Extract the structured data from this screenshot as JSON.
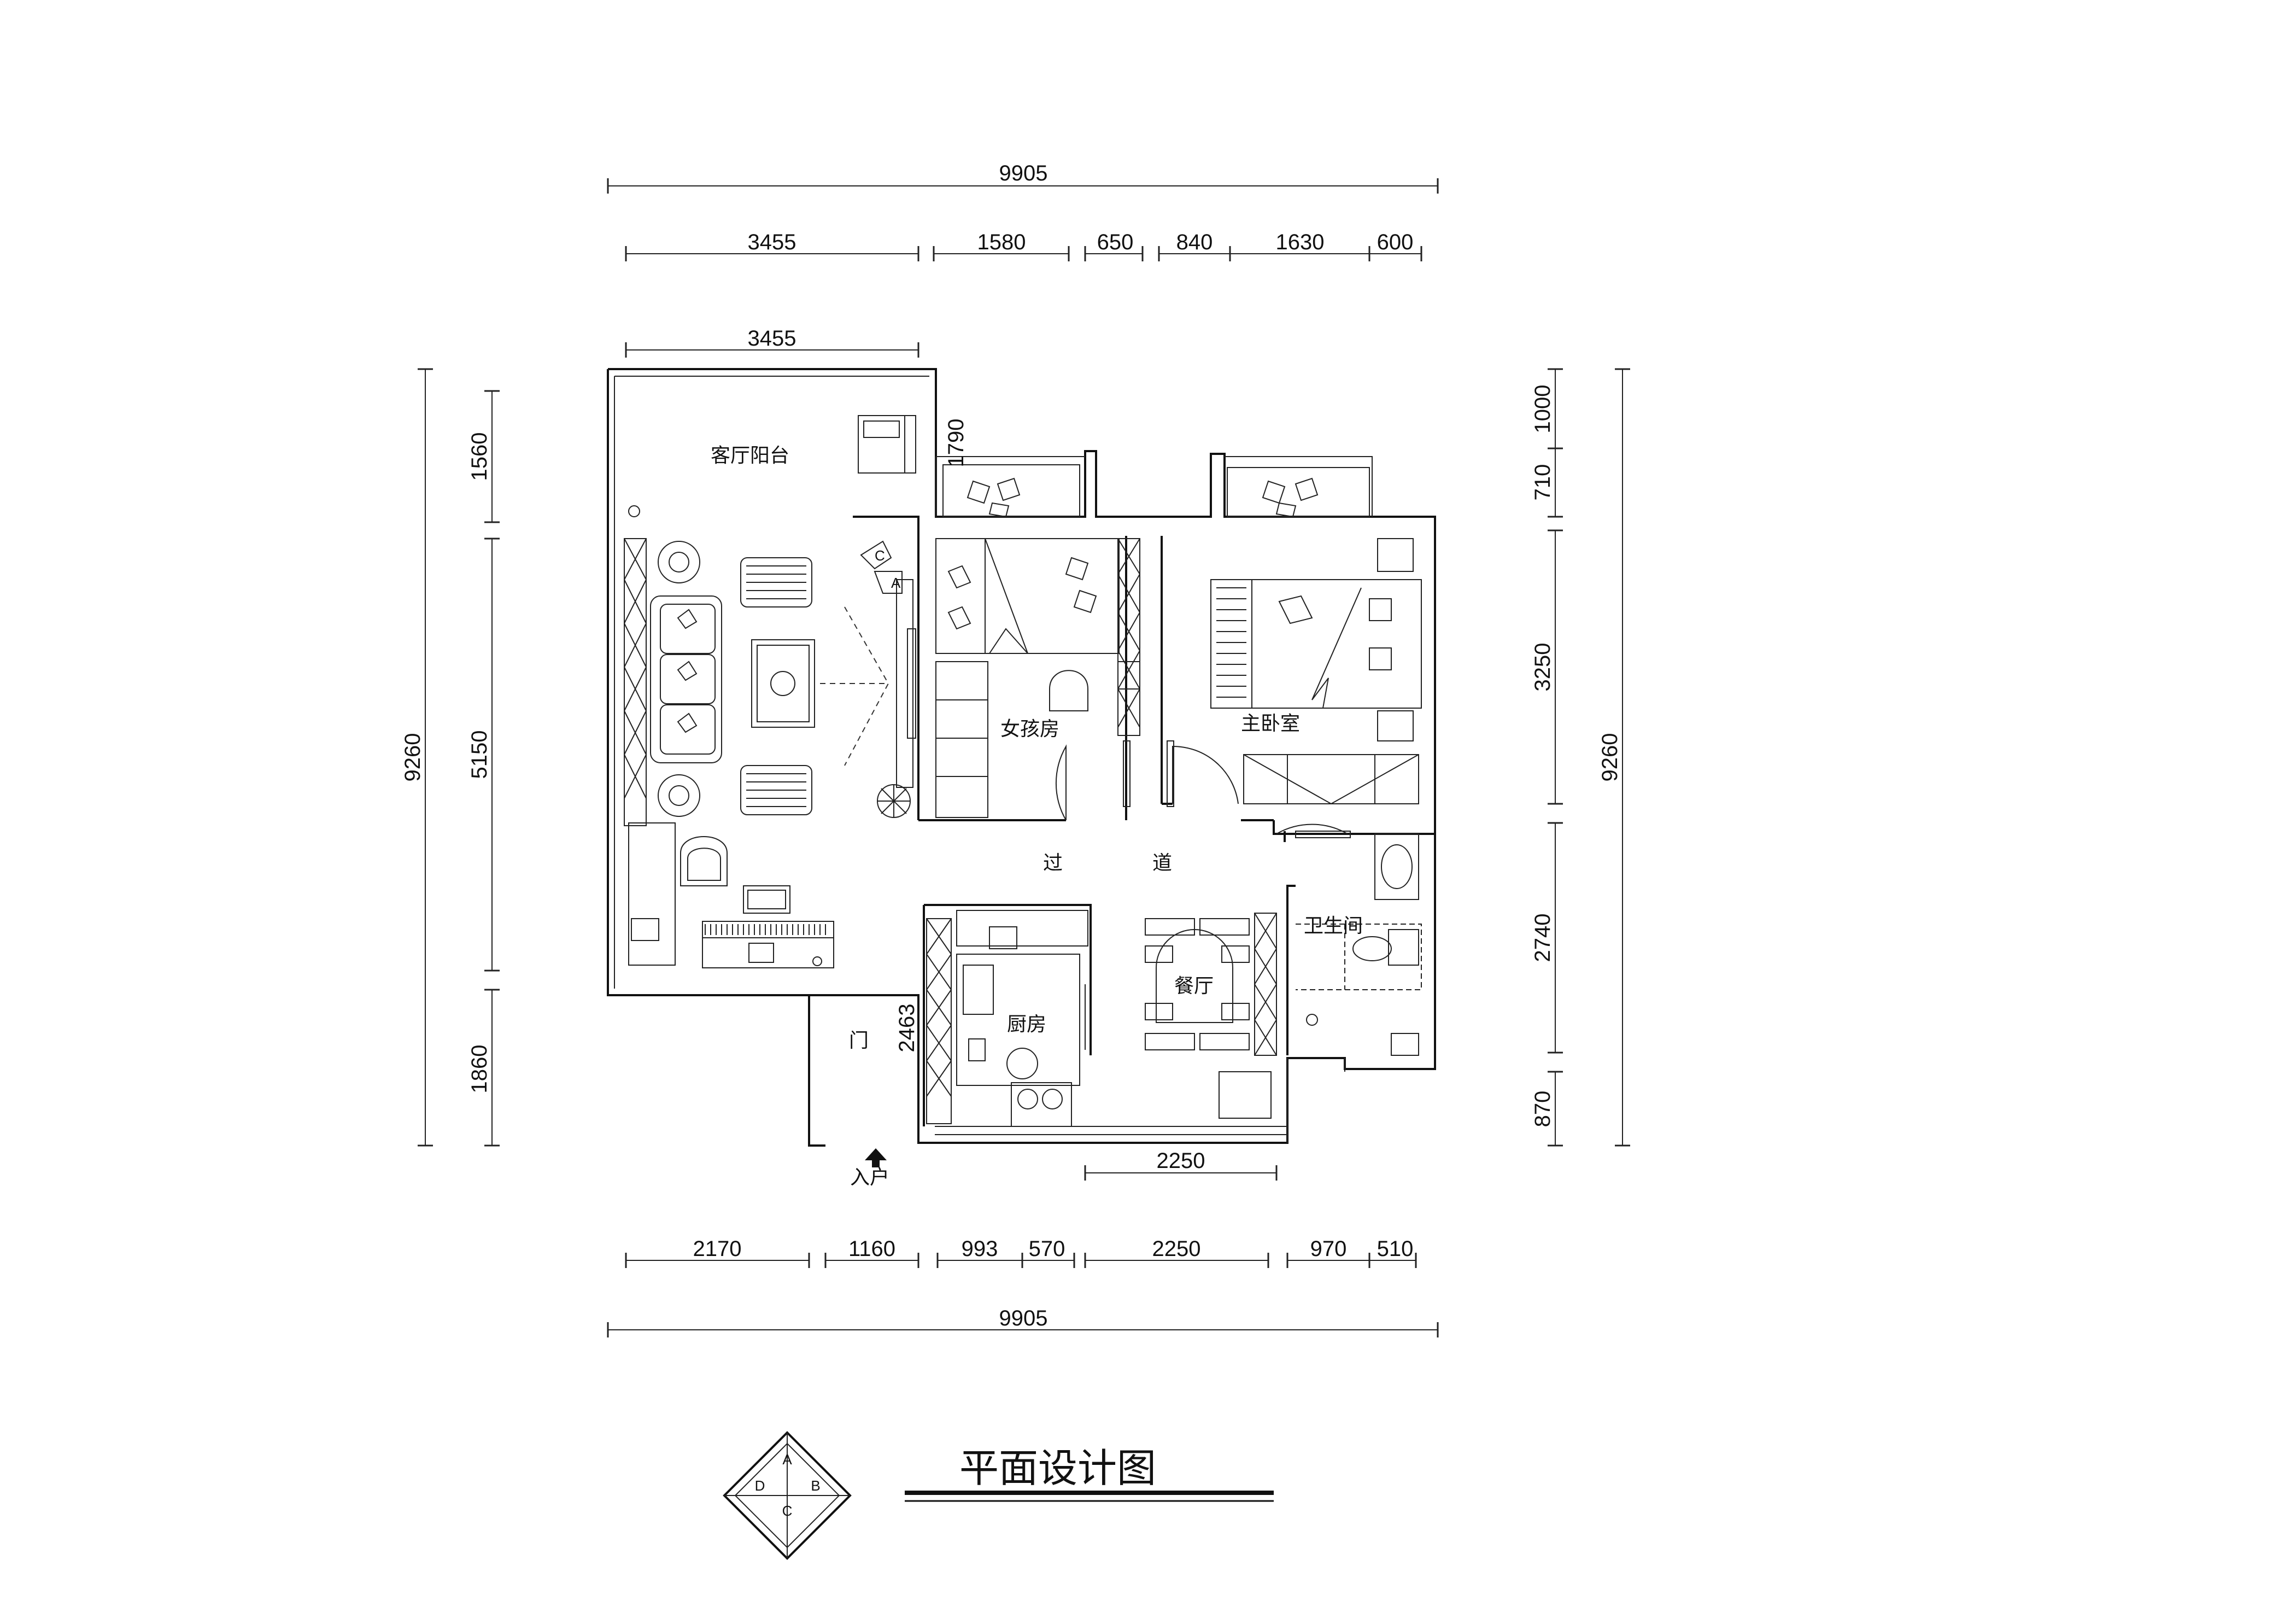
{
  "title": "平面设计图",
  "rooms": {
    "living_balcony": "客厅阳台",
    "girl_room": "女孩房",
    "master_bedroom": "主卧室",
    "corridor_1": "过",
    "corridor_2": "道",
    "bathroom": "卫生间",
    "kitchen": "厨房",
    "dining": "餐厅",
    "door": "门",
    "entrance": "入户"
  },
  "dims_top": {
    "total": "9905",
    "seg": [
      "3455",
      "1580",
      "650",
      "840",
      "1630",
      "600"
    ],
    "balcony": "3455"
  },
  "dims_bottom": {
    "total": "9905",
    "seg": [
      "2170",
      "1160",
      "993",
      "570",
      "2250",
      "970",
      "510"
    ],
    "inner": "2250"
  },
  "dims_left": {
    "total": "9260",
    "seg": [
      "1560",
      "5150",
      "1860"
    ]
  },
  "dims_right": {
    "total": "9260",
    "seg": [
      "1000",
      "710",
      "3250",
      "2740",
      "870"
    ]
  },
  "dims_interior": {
    "balcony_gap": "1790",
    "kitchen_door": "2463"
  },
  "compass": {
    "a": "A",
    "b": "B",
    "c": "C",
    "d": "D"
  }
}
